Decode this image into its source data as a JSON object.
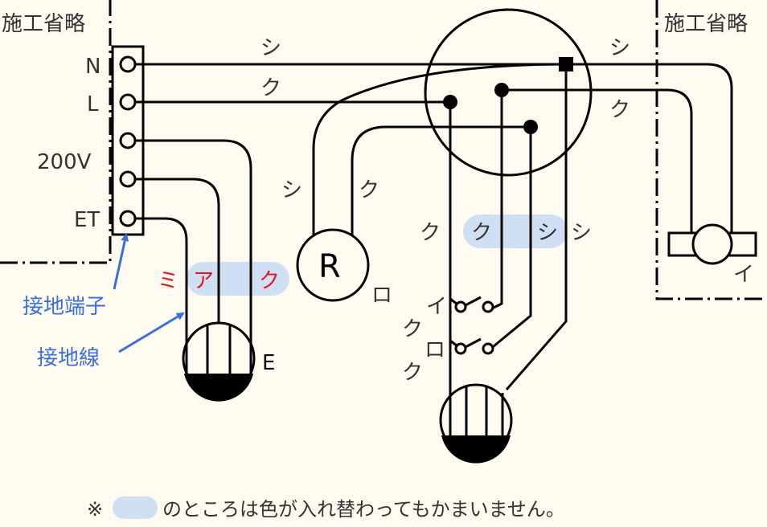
{
  "omitted_left": "施工省略",
  "omitted_right": "施工省略",
  "terminals": {
    "n": "N",
    "l": "L",
    "voltage": "200V",
    "et": "ET"
  },
  "wire_labels": {
    "n_top": "シ",
    "l_top": "ク",
    "right_top_shi": "シ",
    "right_top_ku": "ク",
    "r_left_shi": "シ",
    "r_left_ku": "ク",
    "sw_ku1": "ク",
    "sw_ku2": "ク",
    "sw_shi1": "シ",
    "sw_shi2": "シ",
    "red_mi": "ミ",
    "red_a": "ア",
    "red_ku": "ク"
  },
  "devices": {
    "lamp_r": "R",
    "lamp_r_tag": "ロ",
    "outlet_e": "E",
    "light_tag": "イ",
    "switch_i": "イ",
    "switch_ro": "ロ",
    "switch_ku1": "ク",
    "switch_ku2": "ク"
  },
  "annotations": {
    "ground_terminal": "接地端子",
    "ground_wire": "接地線"
  },
  "footnote": {
    "mark": "※",
    "text": "のところは色が入れ替わってもかまいません。"
  },
  "colors": {
    "background": "#fffbf0",
    "line": "#000000",
    "highlight": "#cfe0f5",
    "red": "#e8141c",
    "blue_annotation": "#3a6fd8",
    "text": "#333333"
  }
}
